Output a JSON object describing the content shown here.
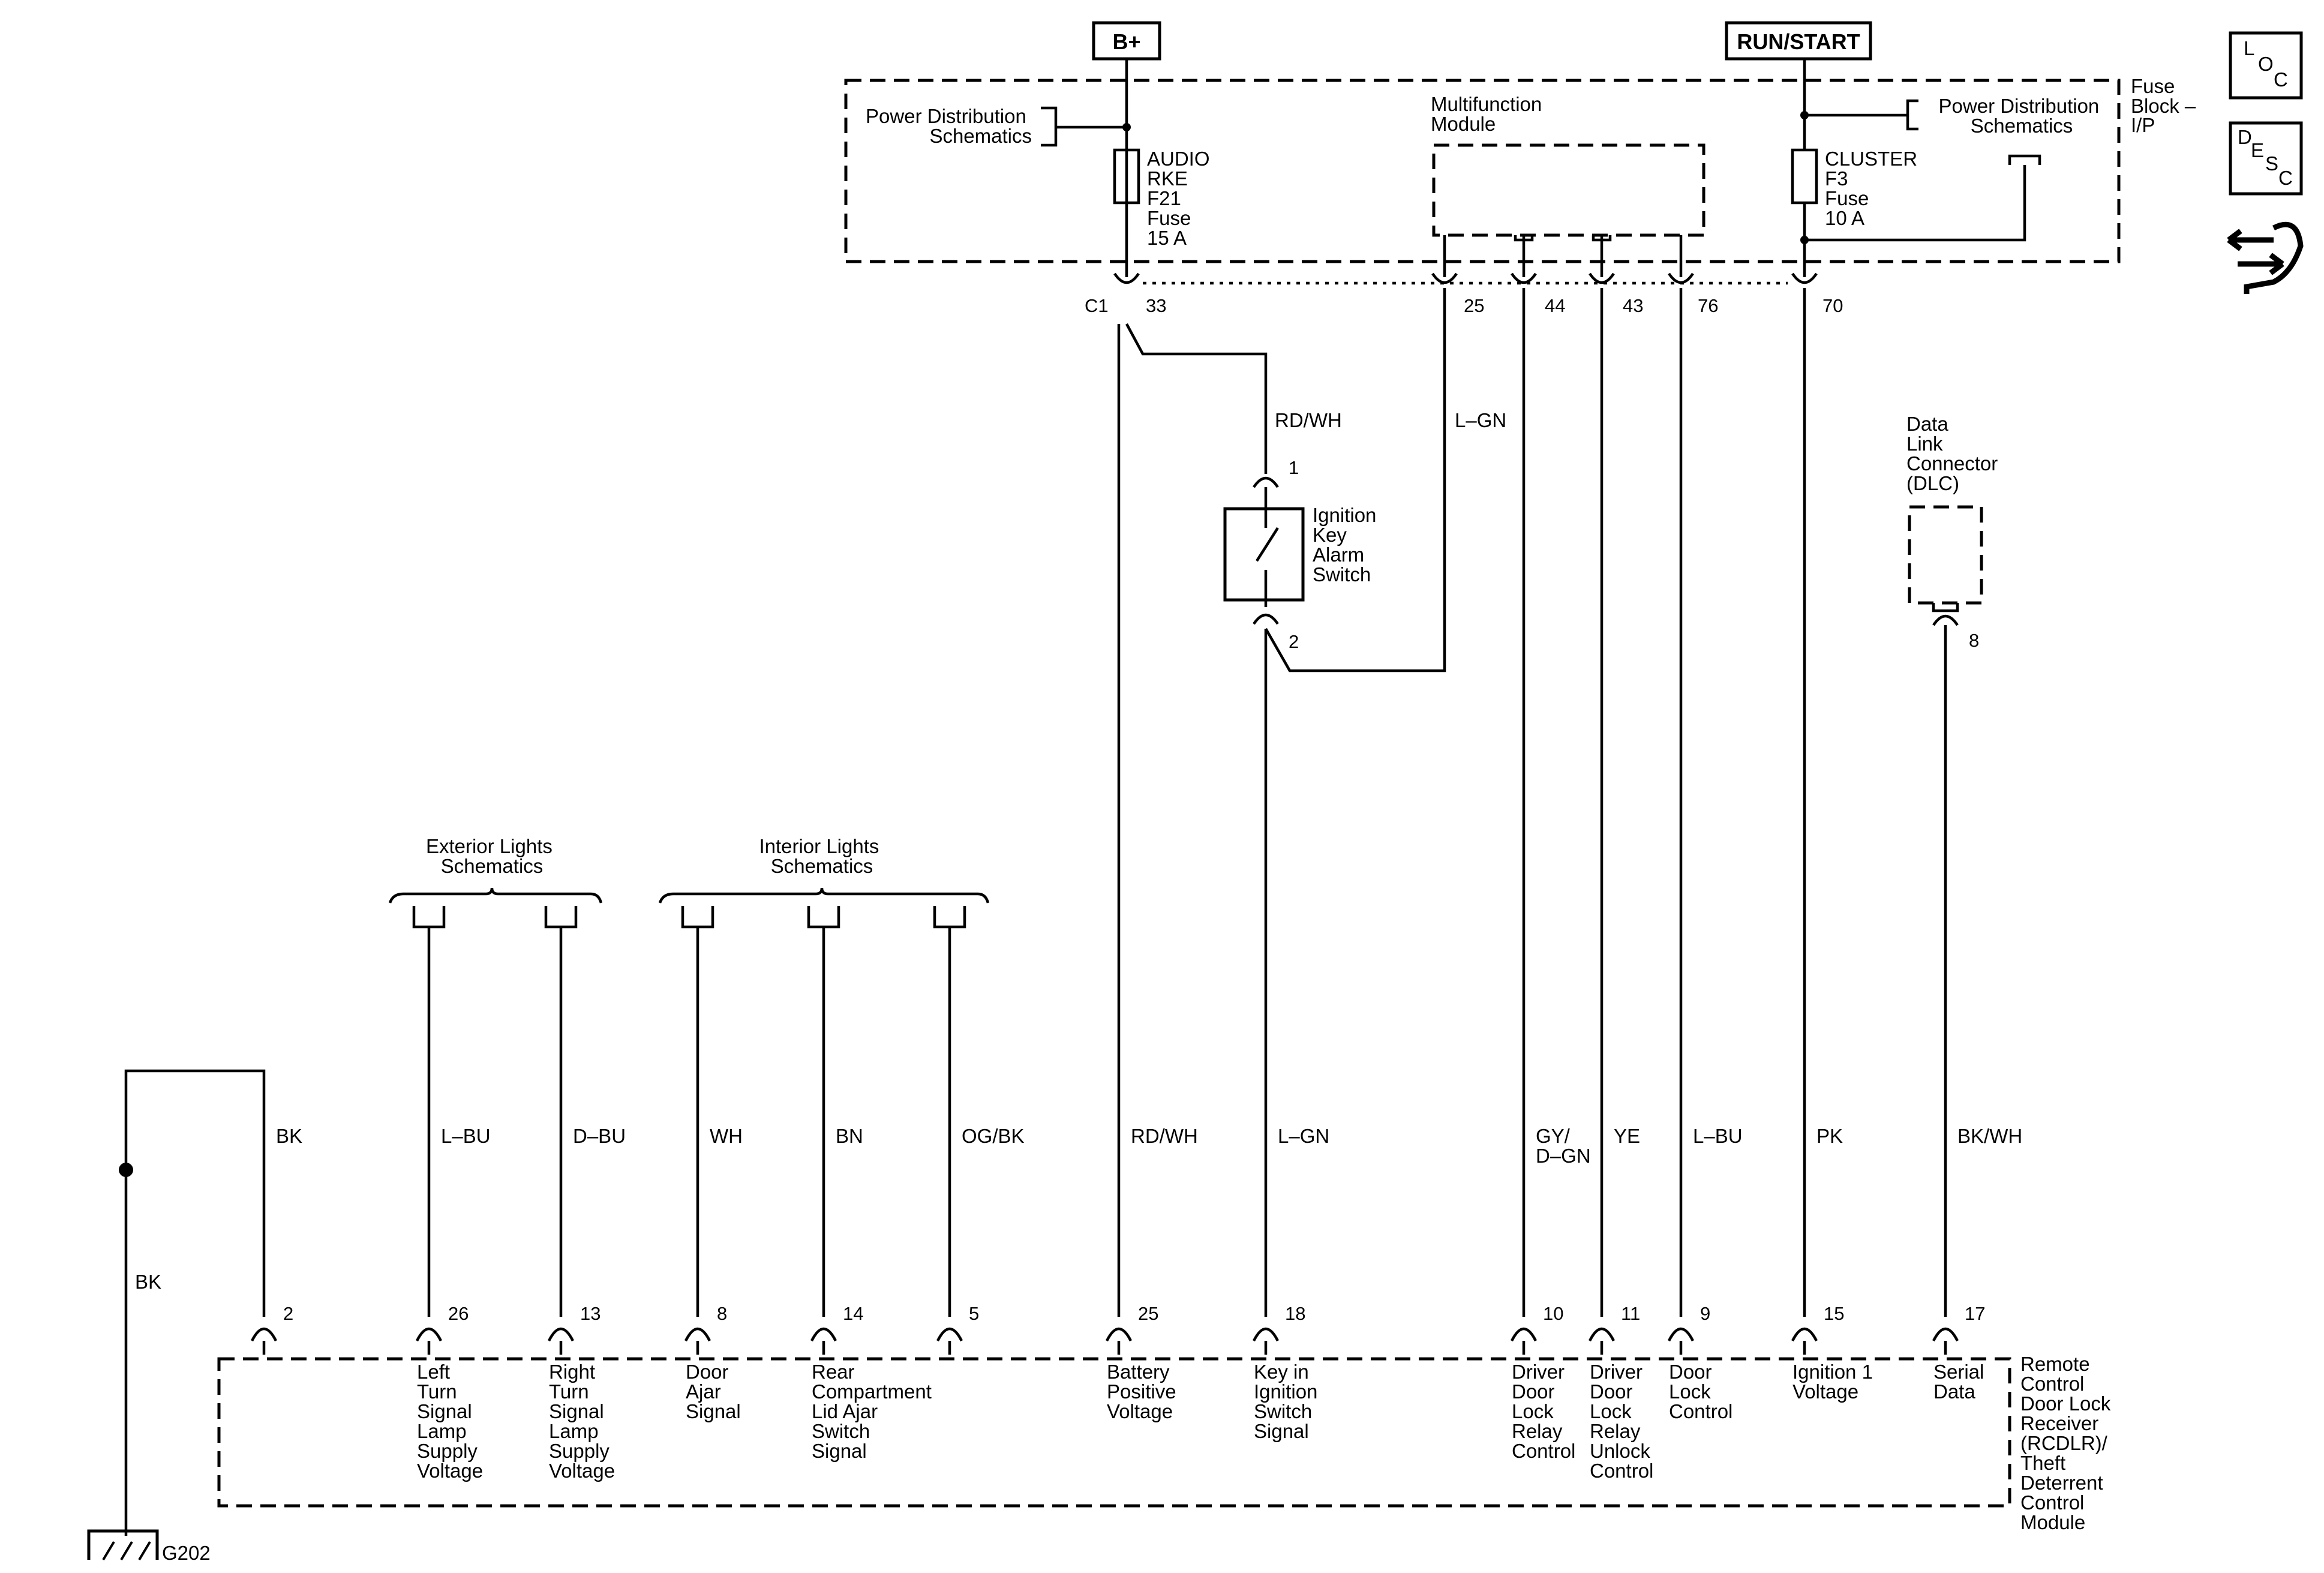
{
  "power_sources": {
    "bplus": "B+",
    "run_start": "RUN/START"
  },
  "fuse_block": {
    "title_lines": [
      "Fuse",
      "Block –",
      "I/P"
    ],
    "left_ref_lines": [
      "Power Distribution",
      "Schematics"
    ],
    "right_ref_lines": [
      "Power Distribution",
      "Schematics"
    ],
    "fuse_audio_lines": [
      "AUDIO",
      "RKE",
      "F21",
      "Fuse",
      "15 A"
    ],
    "fuse_cluster_lines": [
      "CLUSTER",
      "F3",
      "Fuse",
      "10 A"
    ],
    "mfm_lines": [
      "Multifunction",
      "Module"
    ],
    "connector": "C1",
    "pins": [
      "33",
      "25",
      "44",
      "43",
      "76",
      "70"
    ]
  },
  "nav_icons": {
    "loc": [
      "L",
      "O",
      "C"
    ],
    "desc": [
      "D",
      "E",
      "S",
      "C"
    ]
  },
  "switch": {
    "name_lines": [
      "Ignition",
      "Key",
      "Alarm",
      "Switch"
    ],
    "pin_top": "1",
    "pin_bottom": "2",
    "wire_top": "RD/WH",
    "wire_l_gn": "L–GN"
  },
  "dlc": {
    "name_lines": [
      "Data",
      "Link",
      "Connector",
      "(DLC)"
    ],
    "pin": "8"
  },
  "references": {
    "exterior_lines": [
      "Exterior Lights",
      "Schematics"
    ],
    "interior_lines": [
      "Interior Lights",
      "Schematics"
    ]
  },
  "ground": {
    "id": "G202",
    "wire": "BK"
  },
  "module": {
    "name_lines": [
      "Remote",
      "Control",
      "Door Lock",
      "Receiver",
      "(RCDLR)/",
      "Theft",
      "Deterrent",
      "Control",
      "Module"
    ],
    "pins": [
      {
        "pin": "2",
        "wire": "BK",
        "function": []
      },
      {
        "pin": "26",
        "wire": "L–BU",
        "function": [
          "Left",
          "Turn",
          "Signal",
          "Lamp",
          "Supply",
          "Voltage"
        ]
      },
      {
        "pin": "13",
        "wire": "D–BU",
        "function": [
          "Right",
          "Turn",
          "Signal",
          "Lamp",
          "Supply",
          "Voltage"
        ]
      },
      {
        "pin": "8",
        "wire": "WH",
        "function": [
          "Door",
          "Ajar",
          "Signal"
        ]
      },
      {
        "pin": "14",
        "wire": "BN",
        "function": [
          "Rear",
          "Compartment",
          "Lid Ajar",
          "Switch",
          "Signal"
        ]
      },
      {
        "pin": "5",
        "wire": "OG/BK",
        "function": []
      },
      {
        "pin": "25",
        "wire": "RD/WH",
        "function": [
          "Battery",
          "Positive",
          "Voltage"
        ]
      },
      {
        "pin": "18",
        "wire": "L–GN",
        "function": [
          "Key in",
          "Ignition",
          "Switch",
          "Signal"
        ]
      },
      {
        "pin": "10",
        "wire": "GY/ D–GN",
        "function": [
          "Driver",
          "Door",
          "Lock",
          "Relay",
          "Control"
        ]
      },
      {
        "pin": "11",
        "wire": "YE",
        "function": [
          "Driver",
          "Door",
          "Lock",
          "Relay",
          "Unlock",
          "Control"
        ]
      },
      {
        "pin": "9",
        "wire": "L–BU",
        "function": [
          "Door",
          "Lock",
          "Control"
        ]
      },
      {
        "pin": "15",
        "wire": "PK",
        "function": [
          "Ignition 1",
          "Voltage"
        ]
      },
      {
        "pin": "17",
        "wire": "BK/WH",
        "function": [
          "Serial",
          "Data"
        ]
      }
    ]
  }
}
